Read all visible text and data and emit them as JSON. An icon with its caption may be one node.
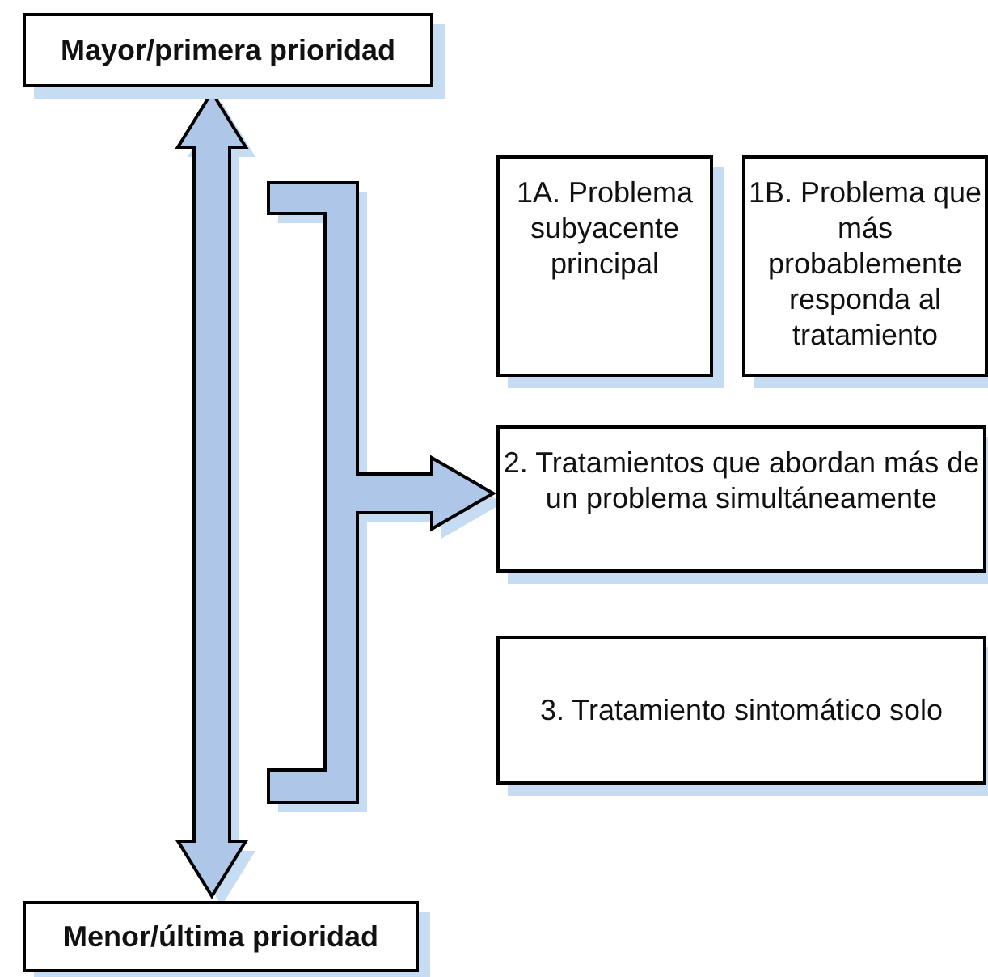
{
  "diagram": {
    "nodes": [
      {
        "text": [
          "Mayor/primera prioridad"
        ]
      },
      {
        "text": [
          "1A. Problema subyacente principal"
        ]
      },
      {
        "text": [
          "1B. Problema que más probablemente responda al tratamiento"
        ]
      },
      {
        "text": [
          "2. Tratamientos que abordan más de un problema simultáneamente"
        ]
      },
      {
        "text": [
          "3. Tratamiento sintomático solo"
        ]
      },
      {
        "text": [
          "Menor/última prioridad"
        ]
      }
    ],
    "edges": [
      {
        "from": 0,
        "to": 5,
        "arrow": "both"
      },
      {
        "from": null,
        "to": 3,
        "arrow": "to"
      }
    ]
  }
}
